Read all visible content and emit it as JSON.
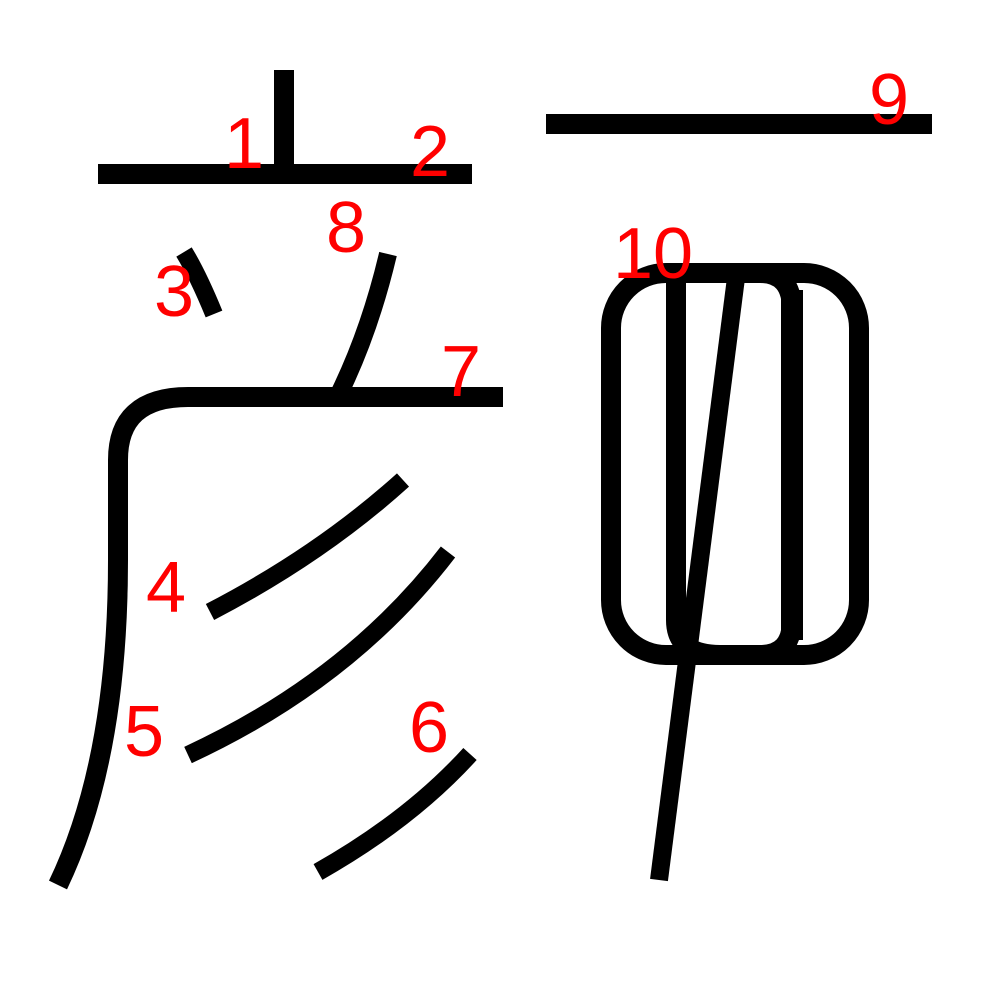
{
  "stroke_color": "#000000",
  "label_color": "#ff0000",
  "strokes": [
    {
      "id": "1",
      "label": "1"
    },
    {
      "id": "2",
      "label": "2"
    },
    {
      "id": "3",
      "label": "3"
    },
    {
      "id": "4",
      "label": "4"
    },
    {
      "id": "5",
      "label": "5"
    },
    {
      "id": "6",
      "label": "6"
    },
    {
      "id": "7",
      "label": "7"
    },
    {
      "id": "8",
      "label": "8"
    },
    {
      "id": "9",
      "label": "9"
    },
    {
      "id": "10",
      "label": "10"
    }
  ]
}
